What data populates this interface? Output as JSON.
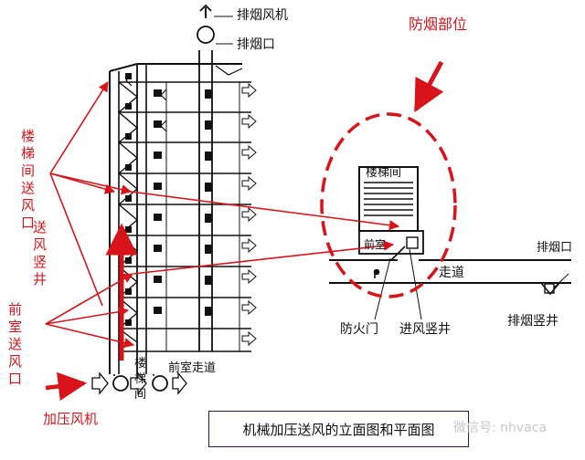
{
  "labels": {
    "exhaust_fan": "排烟风机",
    "exhaust_outlet_top": "排烟口",
    "smoke_zone": "防烟部位",
    "stair_supply_outlet": "楼梯间送风口",
    "supply_shaft": "送风竖井",
    "front_room_supply_outlet": "前室送风口",
    "pressure_fan": "加压风机",
    "stairwell_elev": "楼梯间",
    "front_corridor": "前室走道",
    "stairwell_plan": "楼梯间",
    "front_room_plan": "前室",
    "corridor": "走道",
    "exhaust_outlet_right": "排烟口",
    "fire_door": "防火门",
    "intake_shaft": "进风竖井",
    "exhaust_shaft": "排烟竖井"
  },
  "caption": "机械加压送风的立面图和平面图",
  "watermark": "微信号: nhvaca",
  "colors": {
    "annotation": "#d8141a",
    "ink": "#111111",
    "caption_border": "#1d1d5c"
  }
}
